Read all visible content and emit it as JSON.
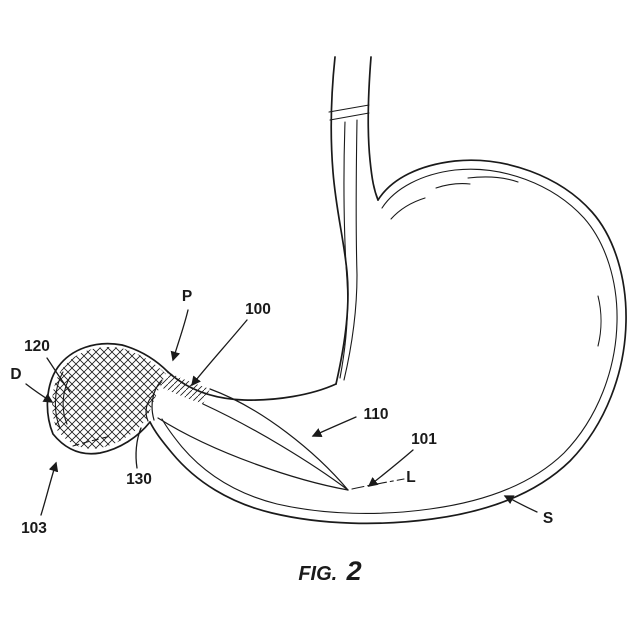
{
  "figure": {
    "caption": {
      "prefix": "FIG.",
      "number": "2"
    },
    "labels": {
      "p": "P",
      "d": "D",
      "l": "L",
      "s": "S",
      "n100": "100",
      "n101": "101",
      "n103": "103",
      "n110": "110",
      "n120": "120",
      "n130": "130"
    },
    "colors": {
      "line": "#1a1a1a",
      "background": "#ffffff"
    }
  }
}
